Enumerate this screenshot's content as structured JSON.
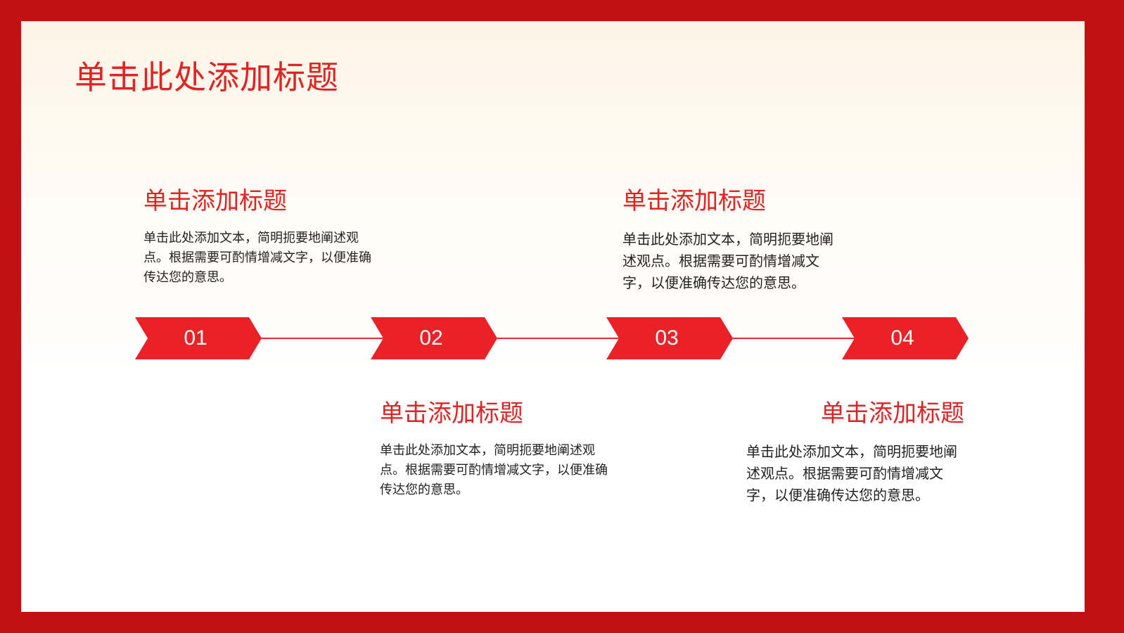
{
  "slide": {
    "title": "单击此处添加标题"
  },
  "colors": {
    "frame": "#c11111",
    "accent": "#ea2227",
    "title": "#e02424",
    "text": "#222222"
  },
  "steps": [
    {
      "number": "01",
      "title": "单击添加标题",
      "text": "单击此处添加文本，简明扼要地阐述观点。根据需要可酌情增减文字，以便准确传达您的意思。"
    },
    {
      "number": "02",
      "title": "单击添加标题",
      "text": "单击此处添加文本，简明扼要地阐述观点。根据需要可酌情增减文字，以便准确传达您的意思。"
    },
    {
      "number": "03",
      "title": "单击添加标题",
      "text": "单击此处添加文本，简明扼要地阐述观点。根据需要可酌情增减文字，以便准确传达您的意思。"
    },
    {
      "number": "04",
      "title": "单击添加标题",
      "text": "单击此处添加文本，简明扼要地阐述观点。根据需要可酌情增减文字，以便准确传达您的意思。"
    }
  ]
}
